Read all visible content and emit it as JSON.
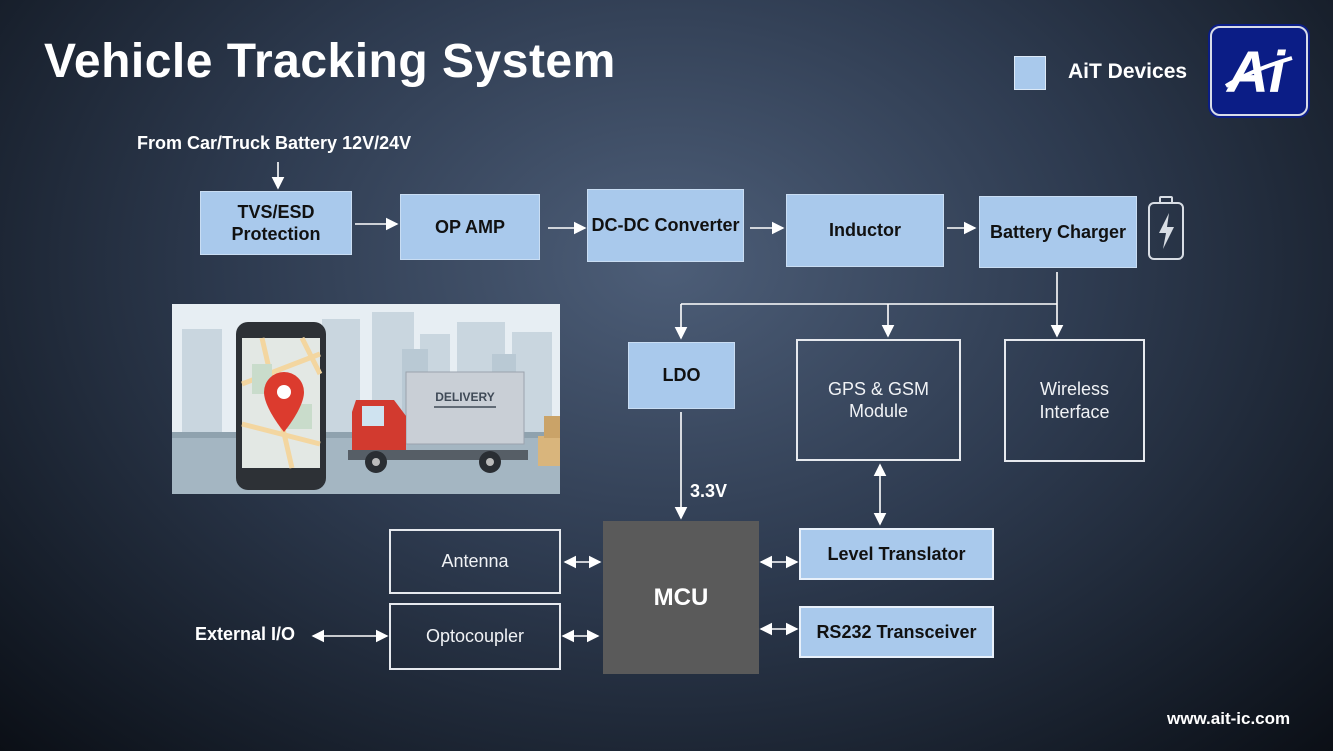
{
  "title": "Vehicle Tracking System",
  "legend": {
    "label": "AiT Devices",
    "swatch_color": "#a9c9ec"
  },
  "logo": {
    "text": "Ai",
    "bg_color": "#0b1d86"
  },
  "source_label": "From Car/Truck Battery 12V/24V",
  "power_chain": {
    "tvs": "TVS/ESD Protection",
    "opamp": "OP AMP",
    "dcdc": "DC-DC Converter",
    "inductor": "Inductor",
    "charger": "Battery Charger"
  },
  "ldo": "LDO",
  "gps": "GPS & GSM Module",
  "wireless": "Wireless Interface",
  "voltage_label": "3.3V",
  "mcu": "MCU",
  "antenna": "Antenna",
  "optocoupler": "Optocoupler",
  "external_io": "External I/O",
  "level_translator": "Level Translator",
  "rs232": "RS232 Transceiver",
  "illustration": {
    "truck_label": "DELIVERY"
  },
  "website": "www.ait-ic.com",
  "icons": {
    "battery": "battery-charging-icon",
    "pin": "map-pin-icon"
  }
}
